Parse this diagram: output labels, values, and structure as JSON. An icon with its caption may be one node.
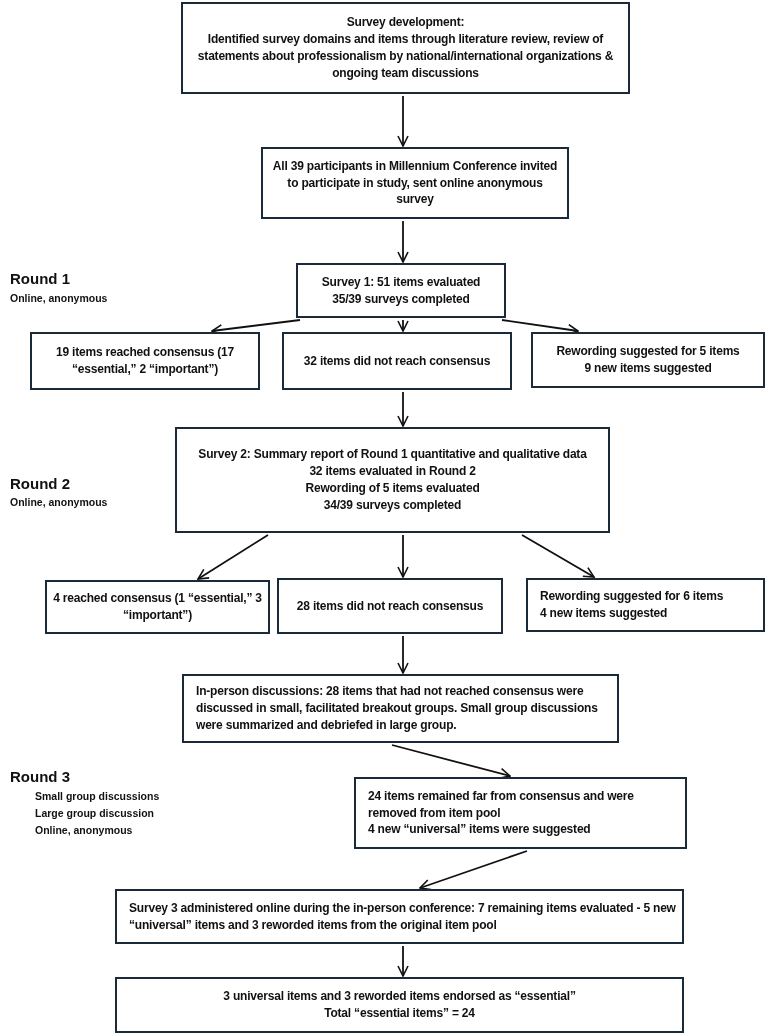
{
  "diagram": {
    "nodes": [
      {
        "text": [
          "Survey development:",
          "Identified survey domains and items through literature review, review of statements about professionalism by national/international organizations & ongoing team discussions"
        ]
      },
      {
        "text": [
          "All 39 participants in Millennium Conference invited to participate in study, sent online anonymous survey"
        ]
      },
      {
        "text": [
          "Survey 1: 51 items evaluated",
          "35/39 surveys completed"
        ]
      },
      {
        "text": [
          "19 items reached consensus (17 “essential,” 2 “important”)"
        ]
      },
      {
        "text": [
          "32 items did not reach consensus"
        ]
      },
      {
        "text": [
          "Rewording suggested for 5 items",
          "9 new items suggested"
        ]
      },
      {
        "text": [
          "Survey 2: Summary report of Round 1 quantitative and qualitative data",
          "32 items evaluated in Round 2",
          "Rewording of 5 items evaluated",
          "34/39 surveys completed"
        ]
      },
      {
        "text": [
          "4 reached consensus (1 “essential,” 3 “important”)"
        ]
      },
      {
        "text": [
          "28 items did not reach consensus"
        ]
      },
      {
        "text": [
          "Rewording suggested for 6 items",
          "4 new items suggested"
        ]
      },
      {
        "text": [
          "In-person discussions: 28 items that had not reached consensus were discussed in small, facilitated breakout groups. Small group discussions were summarized and debriefed in large group."
        ]
      },
      {
        "text": [
          "24 items remained far from consensus and were removed from item pool",
          "4 new “universal” items were suggested"
        ]
      },
      {
        "text": [
          "Survey 3 administered online during the in-person conference: 7 remaining items evaluated - 5 new “universal” items and 3 reworded items from the original item pool"
        ]
      },
      {
        "text": [
          "3 universal items and 3 reworded items endorsed as “essential”",
          "Total “essential items” = 24"
        ]
      }
    ],
    "edges": [
      {
        "from": 0,
        "to": 1,
        "arrow": "to"
      },
      {
        "from": 1,
        "to": 2,
        "arrow": "to"
      },
      {
        "from": 2,
        "to": 3,
        "arrow": "to"
      },
      {
        "from": 2,
        "to": 4,
        "arrow": "to"
      },
      {
        "from": 2,
        "to": 5,
        "arrow": "to"
      },
      {
        "from": 4,
        "to": 6,
        "arrow": "to"
      },
      {
        "from": 6,
        "to": 7,
        "arrow": "to"
      },
      {
        "from": 6,
        "to": 8,
        "arrow": "to"
      },
      {
        "from": 6,
        "to": 9,
        "arrow": "to"
      },
      {
        "from": 8,
        "to": 10,
        "arrow": "to"
      },
      {
        "from": 10,
        "to": 11,
        "arrow": "to"
      },
      {
        "from": 11,
        "to": 12,
        "arrow": "to"
      },
      {
        "from": 12,
        "to": 13,
        "arrow": "to"
      }
    ],
    "labels": [
      "Round 1",
      "Online, anonymous",
      "Round 2",
      "Online, anonymous",
      "Round 3",
      "Small group discussions",
      "Large group discussion",
      "Online, anonymous"
    ]
  }
}
